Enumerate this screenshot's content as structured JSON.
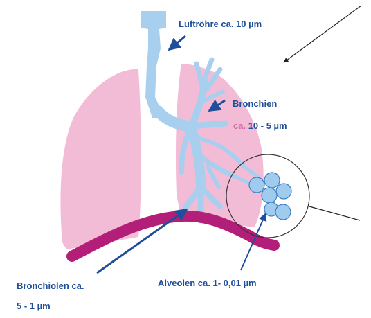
{
  "labels": {
    "trachea": "Luftröhre ca. 10 µm",
    "bronchi_name": "Bronchien",
    "bronchi_size_prefix": "ca.",
    "bronchi_size_value": "10 - 5 µm",
    "bronchioles_line1": "Bronchiolen ca.",
    "bronchioles_line2": "5 - 1 µm",
    "alveoli": "Alveolen ca. 1- 0,01 µm"
  },
  "colors": {
    "lung": "#f3bcd6",
    "airway": "#a8cfee",
    "alveolus_fill": "#9fcbee",
    "alveolus_stroke": "#3f7fc0",
    "vessel": "#b21e78",
    "label_blue": "#1f4e9a",
    "label_pink": "#d46aa0",
    "arrow": "#1f4e9a",
    "pointer": "#222222"
  }
}
